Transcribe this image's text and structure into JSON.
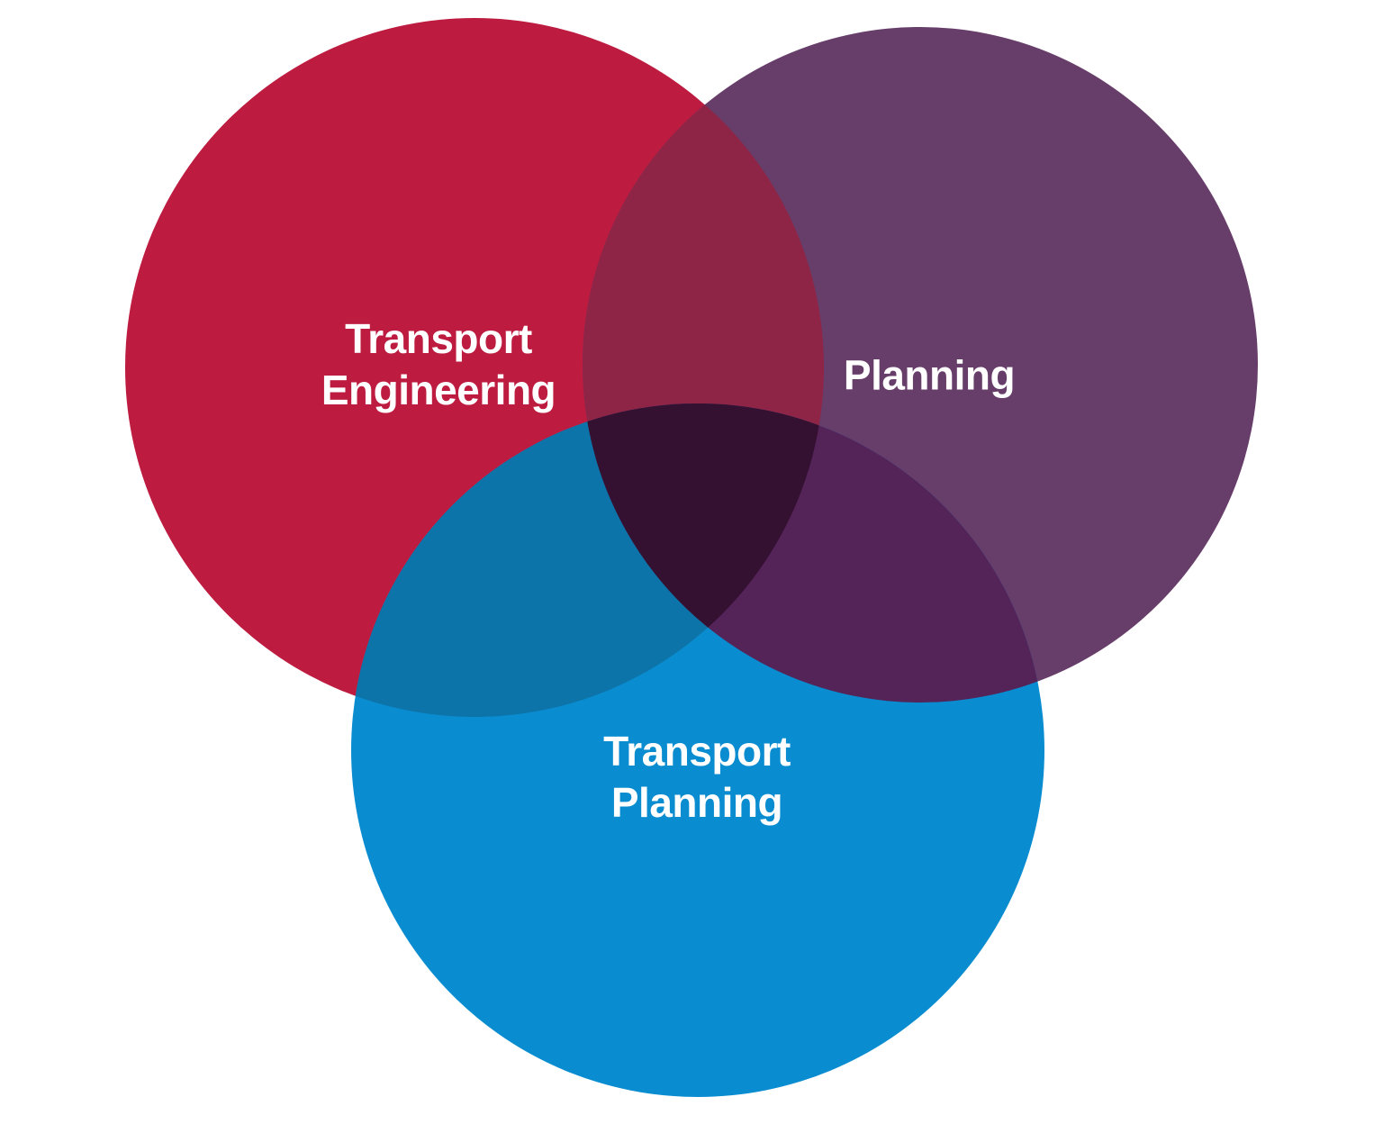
{
  "page": {
    "background_color": "#ffffff",
    "label_text_color": "#ffffff"
  },
  "diagram": {
    "type": "venn-3-circles",
    "circles": [
      {
        "name": "transport-engineering",
        "label_line1": "Transport",
        "label_line2": "Engineering",
        "color": "#bd1b40"
      },
      {
        "name": "planning",
        "label_line1": "Planning",
        "color": "#673d6a"
      },
      {
        "name": "transport-planning",
        "label_line1": "Transport",
        "label_line2": "Planning",
        "color": "#0a8cd0"
      }
    ],
    "overlaps": {
      "engineering_and_planning": "#8f2546",
      "engineering_and_transport_planning": "#0d74aa",
      "planning_and_transport_planning": "#542358",
      "all_three_center": "#341031"
    }
  }
}
